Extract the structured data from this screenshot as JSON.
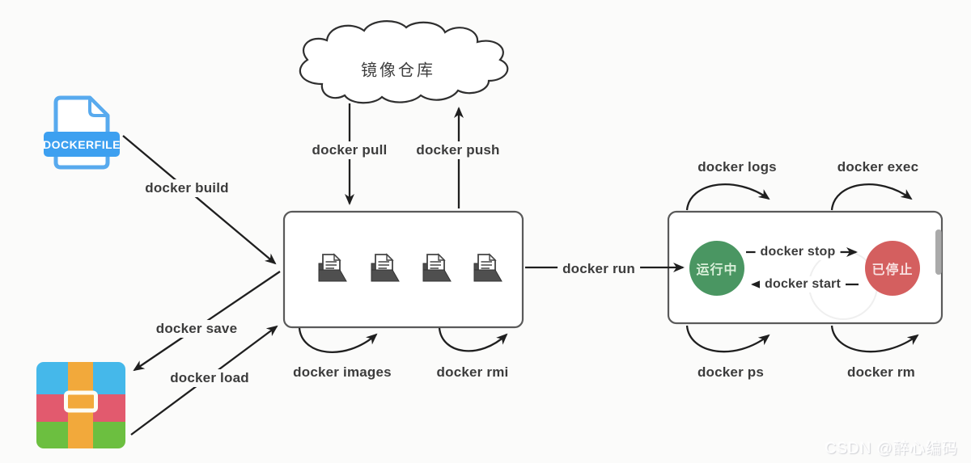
{
  "diagram": {
    "cloud_label": "镜像仓库",
    "dockerfile_icon_label": "DOCKERFILE",
    "labels": {
      "build": "docker build",
      "pull": "docker pull",
      "push": "docker push",
      "save": "docker save",
      "load": "docker load",
      "images": "docker images",
      "rmi": "docker rmi",
      "run": "docker run",
      "logs": "docker logs",
      "exec": "docker exec",
      "stop": "docker stop",
      "start": "docker start",
      "ps": "docker ps",
      "rm": "docker rm"
    },
    "states": {
      "running": "运行中",
      "stopped": "已停止"
    },
    "colors": {
      "running_bg": "#4a9662",
      "stopped_bg": "#d45f5f",
      "dockerfile_blue": "#3da0f0",
      "dockerfile_outline": "#58aaee",
      "archive_blue": "#45b8ea",
      "archive_red": "#e25a6e",
      "archive_green": "#6cbf40",
      "archive_orange": "#f2a93b",
      "arrow": "#1f1f1f"
    }
  },
  "watermark": "CSDN @醉心编码"
}
